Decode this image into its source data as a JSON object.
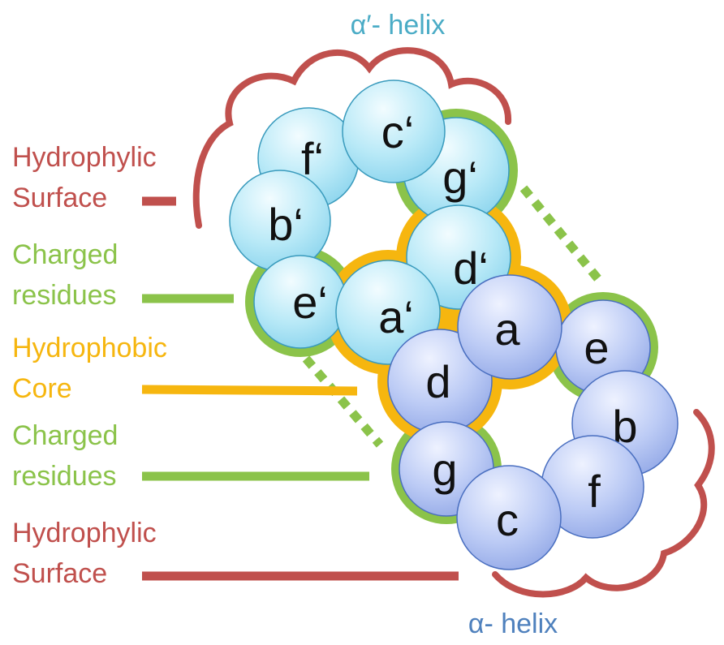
{
  "colors": {
    "hydrophylic": "#c0504d",
    "charged": "#8bc34a",
    "core": "#f6b60f",
    "prime_helix_text": "#4bacc6",
    "helix_text": "#4f81bd",
    "prime_circle_fill": "#a8e2f4",
    "circle_fill": "#aebff0"
  },
  "titles": {
    "prime_helix": "α′- helix",
    "helix": "α- helix"
  },
  "legend": {
    "hydrophylic_top": [
      "Hydrophylic",
      "Surface"
    ],
    "charged_top": [
      "Charged",
      "residues"
    ],
    "core": [
      "Hydrophobic",
      "Core"
    ],
    "charged_bottom": [
      "Charged",
      "residues"
    ],
    "hydrophylic_bottom": [
      "Hydrophylic",
      "Surface"
    ]
  },
  "residues": {
    "prime": [
      "f‘",
      "c‘",
      "b‘",
      "g‘",
      "e‘",
      "d‘",
      "a‘"
    ],
    "main": [
      "a",
      "d",
      "e",
      "b",
      "g",
      "f",
      "c"
    ]
  }
}
